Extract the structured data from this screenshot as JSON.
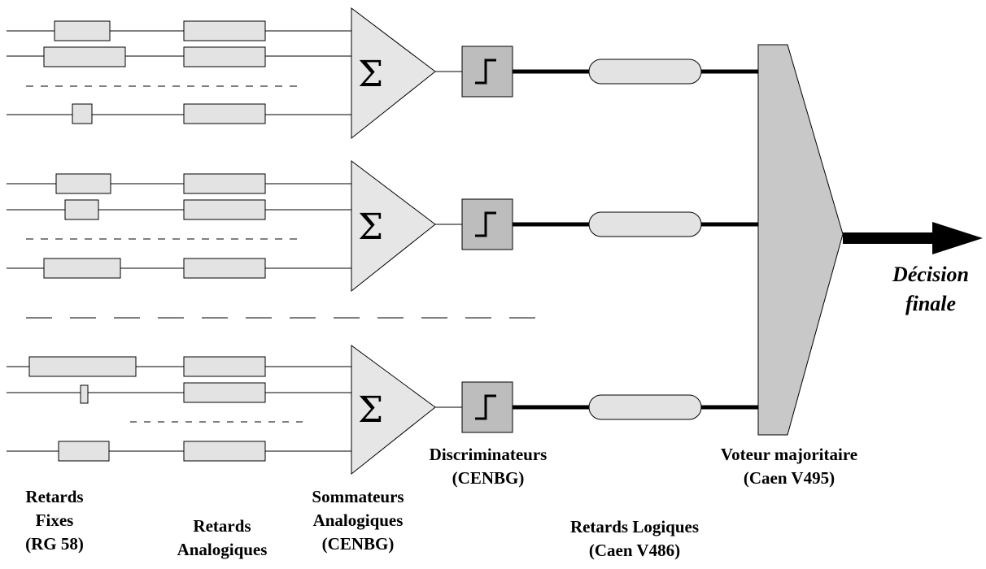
{
  "symbols": {
    "sum": "Σ"
  },
  "labels": {
    "retards_fixes": [
      "Retards",
      "Fixes",
      "(RG 58)"
    ],
    "retards_analogiques": [
      "Retards",
      "Analogiques"
    ],
    "sommateurs": [
      "Sommateurs",
      "Analogiques",
      "(CENBG)"
    ],
    "discriminateurs": [
      "Discriminateurs",
      "(CENBG)"
    ],
    "retards_logiques": [
      "Retards Logiques",
      "(Caen V486)"
    ],
    "voteur": [
      "Voteur majoritaire",
      "(Caen V495)"
    ],
    "decision": [
      "Décision",
      "finale"
    ]
  },
  "colors": {
    "block_fill": "#e3e3e3",
    "summer_fill": "#e6e6e6",
    "discriminator_fill": "#bdbdbd",
    "voter_fill": "#c8c8c8",
    "line": "#000000"
  }
}
